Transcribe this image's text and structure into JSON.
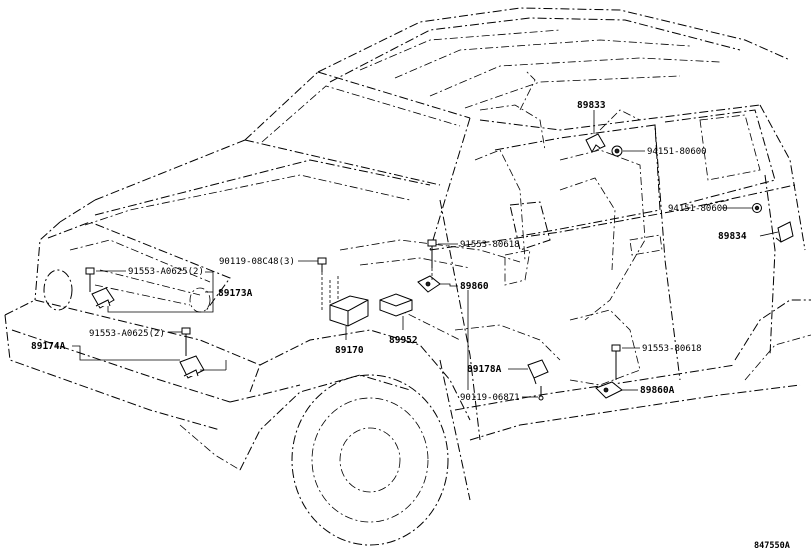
{
  "diagram_code": "847550A",
  "parts": {
    "p89833": "89833",
    "p94151_upper": "94151-80600",
    "p94151_mid": "94151-80600",
    "p89834": "89834",
    "p91553_a_top": "91553-A0625(2)",
    "p89173a": "89173A",
    "p90119_08c48": "90119-08C48(3)",
    "p91553_80618_top": "91553-80618",
    "p89860": "89860",
    "p91553_a_low": "91553-A0625(2)",
    "p89174a": "89174A",
    "p89170": "89170",
    "p89952": "89952",
    "p91553_80618_low": "91553-80618",
    "p89178a": "89178A",
    "p90119_06871": "90119-06871",
    "p89860a": "89860A"
  }
}
